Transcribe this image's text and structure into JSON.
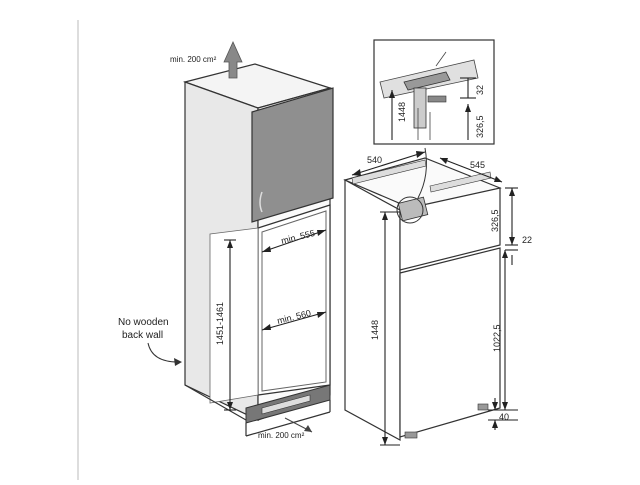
{
  "labels": {
    "vent_top": "min. 200 cm²",
    "vent_bottom": "min. 200 cm²",
    "no_back_wall": "No wooden\nback wall",
    "niche_height": "1451-1461",
    "depth_inner": "min. 555",
    "width_inner": "min. 560",
    "fridge_width": "540",
    "fridge_depth": "545",
    "fridge_height": "1448",
    "upper_height": "326,5",
    "gap": "22",
    "lower_height": "1022,5",
    "base": "40",
    "detail_height": "1448",
    "detail_32": "32",
    "detail_326": "326,5"
  },
  "colors": {
    "cabinet_door": "#8f8f8f",
    "cabinet_side": "#e6e6e6",
    "line": "#333333"
  }
}
